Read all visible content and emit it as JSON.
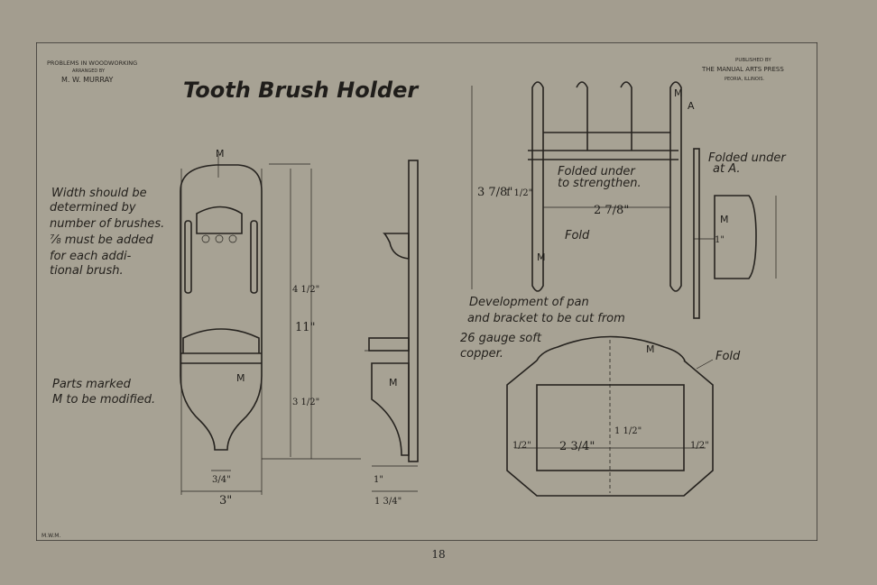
{
  "header": {
    "series": "PROBLEMS IN WOODWORKING",
    "arranged_by": "ARRANGED BY",
    "author": "M. W. MURRAY",
    "published_by": "PUBLISHED BY",
    "publisher": "THE MANUAL ARTS PRESS",
    "location": "PEORIA, ILLINOIS."
  },
  "title": "Tooth Brush Holder",
  "notes": {
    "width_note": [
      "Width should be",
      "determined by",
      "number of brushes.",
      "⅞ must be added",
      "for each addi-",
      "tional brush."
    ],
    "parts_note": [
      "Parts  marked",
      "M to be modified."
    ],
    "development_note": [
      "Development of pan",
      "and bracket to be cut from",
      "26 gauge soft",
      "copper."
    ],
    "folded_strengthen": [
      "Folded  under",
      "to strengthen."
    ],
    "folded_at_a": [
      "Folded under",
      "at A."
    ],
    "fold": "Fold"
  },
  "labels": {
    "m": "M",
    "a": "A",
    "initials": "M.W.M."
  },
  "dimensions": {
    "front_width": "3\"",
    "front_base": "3/4\"",
    "front_height": "11\"",
    "upper": "4 1/2\"",
    "lower": "3 1/2\"",
    "side_thick": "1\"",
    "side_base": "1 3/4\"",
    "bracket_w": "2 7/8\"",
    "bracket_h": "3 7/8\"",
    "bracket_leg": "1 1/2\"",
    "pan_w": "2 3/4\"",
    "pan_h": "1 1/2\"",
    "pan_side": "1/2\"",
    "pan_depth": "1\""
  },
  "page_number": "18"
}
